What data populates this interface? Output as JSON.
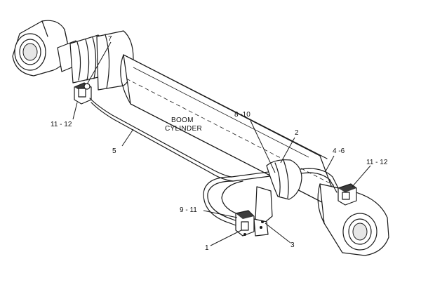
{
  "diagram": {
    "component_label_line1": "BOOM",
    "component_label_line2": "CYLINDER",
    "callouts": {
      "c7": "7",
      "c11_12_left": "11 - 12",
      "c5": "5",
      "c8_10": "8 -10",
      "c2": "2",
      "c4_6": "4 -6",
      "c11_12_right": "11 - 12",
      "c9_11": "9 - 11",
      "c1": "1",
      "c3": "3"
    }
  }
}
